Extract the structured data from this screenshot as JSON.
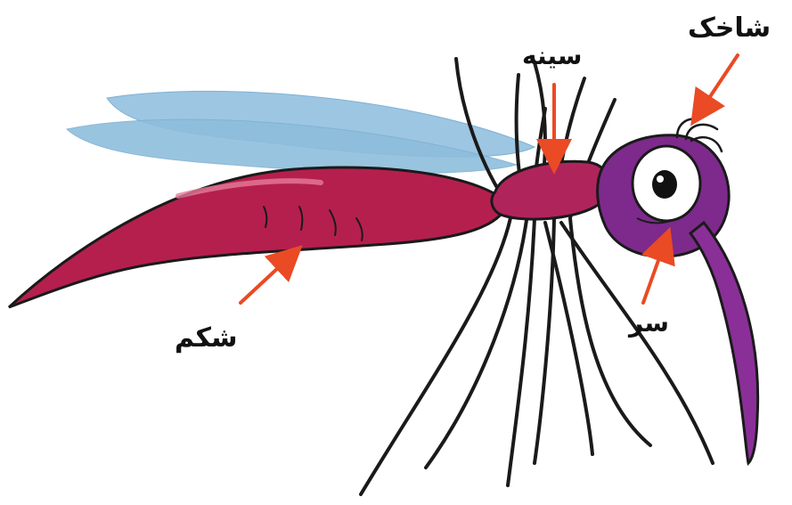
{
  "labels": {
    "antenna": "شاخک",
    "thorax": "سینه",
    "head": "سر",
    "abdomen": "شکم"
  },
  "colors": {
    "abdomen": "#b51f4e",
    "thorax": "#b0245c",
    "head": "#7d2a8c",
    "wing": "#8ebedc",
    "arrow": "#ea4a24",
    "outline": "#1a1a1a"
  }
}
